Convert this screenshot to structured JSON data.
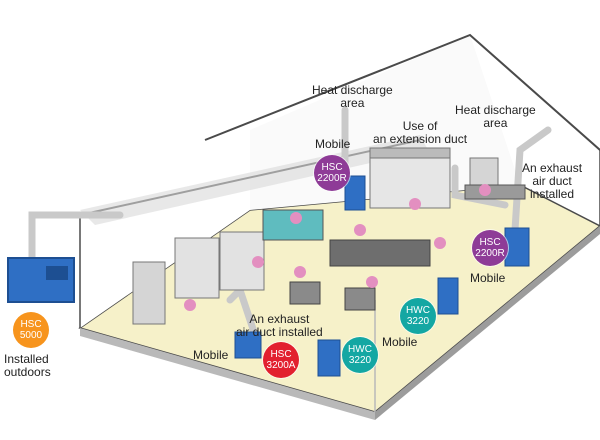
{
  "labels": {
    "heat_discharge_top": [
      "Heat discharge",
      "area"
    ],
    "heat_discharge_right": [
      "Heat discharge",
      "area"
    ],
    "extension_duct": [
      "Use of",
      "an extension duct"
    ],
    "exhaust_right": [
      "An exhaust",
      "air duct",
      "installed"
    ],
    "exhaust_left": [
      "An exhaust",
      "air duct installed"
    ],
    "mobile_top": "Mobile",
    "mobile_right": "Mobile",
    "mobile_left": "Mobile",
    "mobile_center": "Mobile",
    "installed_outdoors": [
      "Installed",
      "outdoors"
    ]
  },
  "badges": {
    "hsc5000": {
      "line1": "HSC",
      "line2": "5000",
      "color": "#f7941d"
    },
    "hsc2200r_top": {
      "line1": "HSC",
      "line2": "2200R",
      "color": "#8e3b97"
    },
    "hsc2200r_right": {
      "line1": "HSC",
      "line2": "2200R",
      "color": "#8e3b97"
    },
    "hsc3200a": {
      "line1": "HSC",
      "line2": "3200A",
      "color": "#e2202f"
    },
    "hwc3220_left": {
      "line1": "HWC",
      "line2": "3220",
      "color": "#14a7a3"
    },
    "hwc3220_right": {
      "line1": "HWC",
      "line2": "3220",
      "color": "#14a7a3"
    }
  },
  "colors": {
    "floor": "#f6f1c9",
    "wall_line": "#4a4a4a",
    "roof_shadow": "#b9b9b9",
    "unit_blue": "#2f6fc4",
    "staff_pink": "#e38fc0"
  }
}
